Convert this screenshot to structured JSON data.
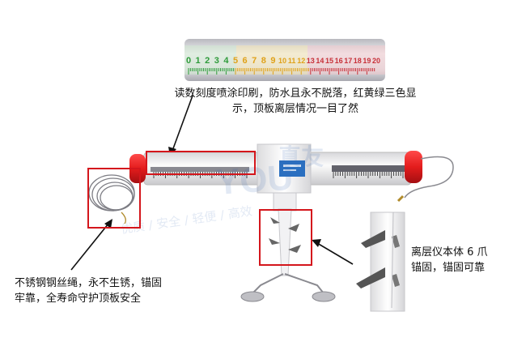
{
  "ruler": {
    "green_numbers": [
      "0",
      "1",
      "2",
      "3",
      "4"
    ],
    "yellow_numbers": [
      "5",
      "6",
      "7",
      "8",
      "9",
      "10",
      "11",
      "12"
    ],
    "red_numbers": [
      "13",
      "14",
      "15",
      "16",
      "17",
      "18",
      "19",
      "20"
    ],
    "green_color": "#2e9b3a",
    "yellow_color": "#e0a21a",
    "red_color": "#c8323a"
  },
  "captions": {
    "top_line1": "读数刻度喷涂印刷，防水且永不脱落，红黄绿三色显",
    "top_line2": "示，顶板离层情况一目了然",
    "left_line1": "不锈钢钢丝绳，永不生锈，锚固",
    "left_line2": "牢靠，全寿命守护顶板安全",
    "right_line1": "离层仪本体 6 爪",
    "right_line2": "锚固，锚固可靠"
  },
  "watermark": {
    "brand": "YOU",
    "brand_cn": "真友",
    "slogan": "优质 / 安全 / 轻便 / 高效"
  },
  "colors": {
    "accent_red": "#d4161c",
    "label_blue": "#2a6fc0"
  }
}
